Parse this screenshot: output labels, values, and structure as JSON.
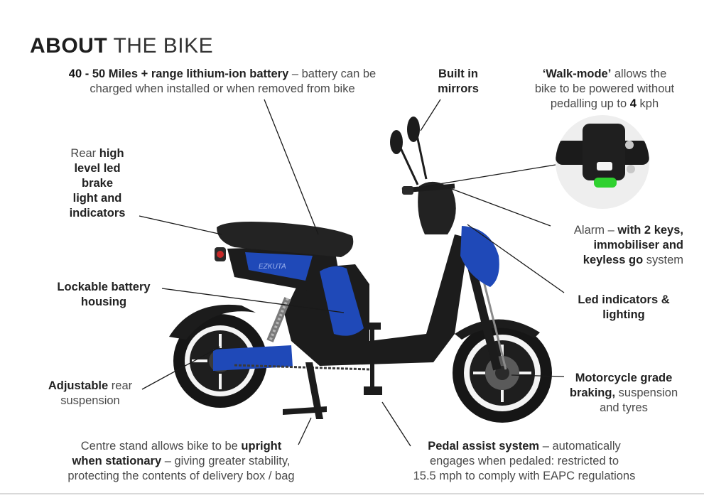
{
  "title": {
    "bold": "ABOUT",
    "light": "THE BIKE"
  },
  "annotations": {
    "battery": {
      "num": "40 -",
      "bold": "50 Miles + range lithium-ion battery",
      "rest": " – battery can be",
      "line2": "charged when installed or when removed from bike"
    },
    "mirrors": {
      "line1": "Built in",
      "line2": "mirrors"
    },
    "walk_mode": {
      "bold": "‘Walk-mode’",
      "rest": " allows the",
      "line2": "bike to be powered without",
      "line3a": "pedalling up to ",
      "line3num": "4",
      "line3b": " kph"
    },
    "brake_light": {
      "pre": "Rear ",
      "bold1": "high",
      "line2": "level led",
      "line3": "brake",
      "line4": "light and",
      "line5": "indicators"
    },
    "alarm": {
      "pre": "Alarm – ",
      "bold1": "with 2 keys,",
      "line2": "immobiliser and",
      "line3bold": "keyless go",
      "line3rest": " system"
    },
    "battery_housing": {
      "line1": "Lockable battery",
      "line2": "housing"
    },
    "led_indicators": {
      "line1": "Led indicators &",
      "line2": "lighting"
    },
    "suspension": {
      "bold": "Adjustable",
      "rest": " rear",
      "line2": "suspension"
    },
    "braking": {
      "line1": "Motorcycle grade",
      "bold2": "braking,",
      "rest2": " suspension",
      "line3": "and tyres"
    },
    "stand": {
      "line1pre": "Centre stand allows bike to be ",
      "line1bold": "upright",
      "line2bold": "when stationary",
      "line2rest": "  – giving greater stability,",
      "line3": "protecting the contents of delivery box / bag"
    },
    "pedal": {
      "bold": "Pedal assist system",
      "rest": " – automatically",
      "line2": "engages when pedaled: restricted to",
      "line3": "15.5 mph to comply with EAPC regulations"
    }
  },
  "bike_label": "EZKUTA",
  "colors": {
    "frame_black": "#1c1c1c",
    "panel_blue": "#1f49b8",
    "walk_led_green": "#2fd12f",
    "leader_line": "#1a1a1a"
  }
}
